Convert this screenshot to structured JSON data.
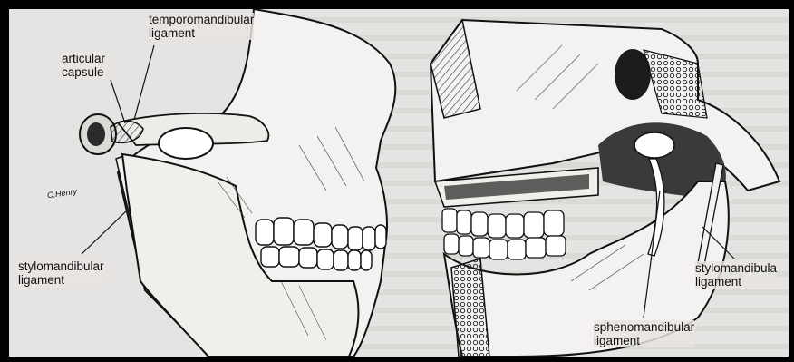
{
  "labels": {
    "temporomandibular": {
      "line1": "temporomandibular",
      "line2": "ligament"
    },
    "articular_capsule": {
      "line1": "articular",
      "line2": "capsule"
    },
    "stylomandibular_left": {
      "line1": "stylomandibular",
      "line2": "ligament"
    },
    "stylomandibular_right": {
      "line1": "stylomandibula",
      "line2": "ligament"
    },
    "sphenomandibular": {
      "line1": "sphenomandibular",
      "line2": "ligament"
    }
  },
  "signature": "C.Henry",
  "colors": {
    "frame": "#000000",
    "paper": "#e6e4e2",
    "ink": "#111111",
    "bone_fill": "#f4f2f0",
    "shade": "#3a3a3a"
  }
}
